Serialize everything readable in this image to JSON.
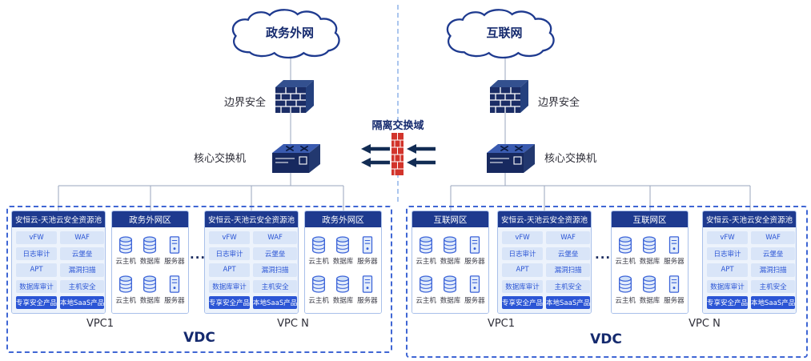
{
  "top": {
    "left_cloud": "政务外网",
    "right_cloud": "互联网",
    "left_border_security": "边界安全",
    "right_border_security": "边界安全",
    "left_core_switch": "核心交换机",
    "right_core_switch": "核心交换机",
    "isolation_domain": "隔离交换域"
  },
  "security_pool": {
    "title": "安恒云-天池云安全资源池",
    "items": [
      "vFW",
      "WAF",
      "日志审计",
      "云堡垒",
      "APT",
      "漏洞扫描",
      "数据库审计",
      "主机安全"
    ],
    "highlights": [
      "专享安全产品",
      "本地SaaS产品"
    ]
  },
  "zones": {
    "gov_title": "政务外网区",
    "internet_title": "互联网区",
    "servers": [
      "云主机",
      "数据库",
      "服务器"
    ]
  },
  "labels": {
    "vpc1": "VPC1",
    "vpcn": "VPC N",
    "vdc": "VDC",
    "ellipsis": "..."
  },
  "colors": {
    "header_blue": "#1e3a8f",
    "accent_blue": "#2b55d5",
    "chip_bg": "#d9e5f8",
    "dashed_border": "#3f66d4",
    "isolation_red": "#d2342b",
    "connector_gray": "#9aa5bd"
  }
}
